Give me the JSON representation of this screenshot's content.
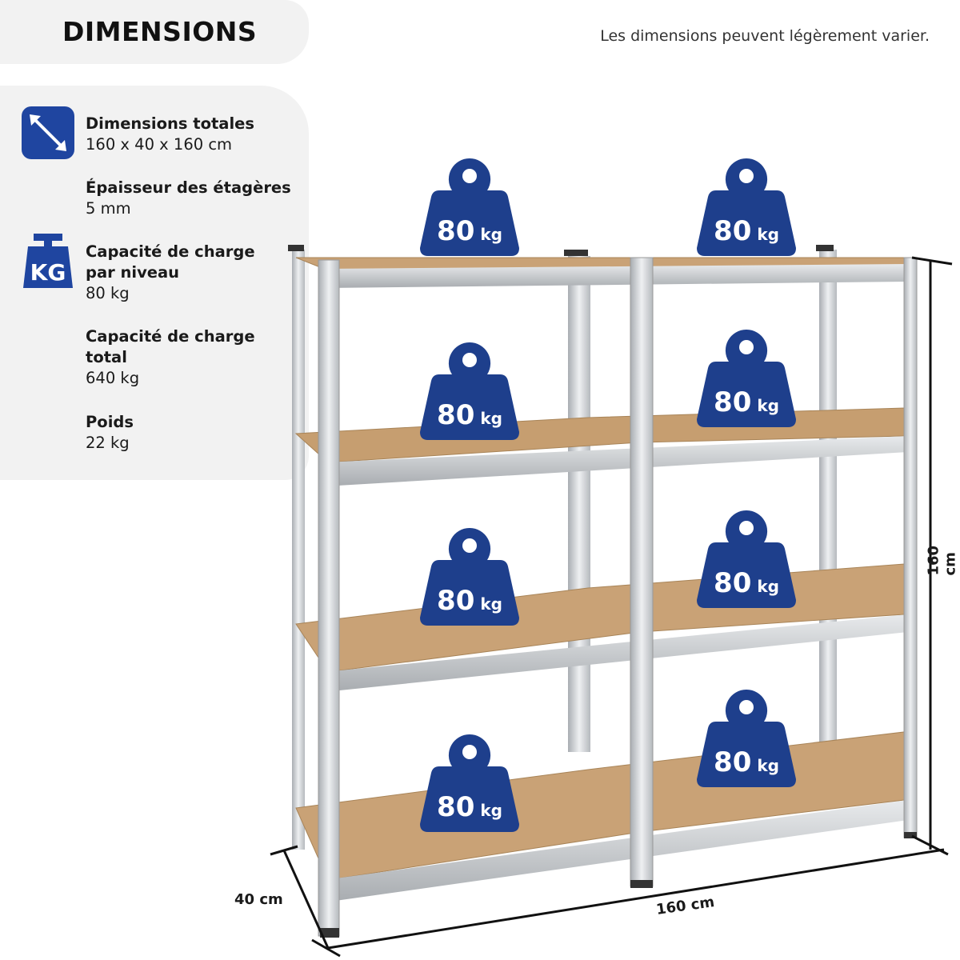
{
  "header": {
    "title": "DIMENSIONS",
    "note": "Les dimensions peuvent légèrement varier."
  },
  "specs": [
    {
      "label": "Dimensions totales",
      "value": "160 x 40 x 160 cm",
      "icon": "diagonal-arrows-icon"
    },
    {
      "label": "Épaisseur des étagères",
      "value": "5 mm"
    },
    {
      "label": "Capacité de charge par niveau",
      "value": "80 kg",
      "icon": "kg-weight-icon",
      "icon_text": "KG"
    },
    {
      "label": "Capacité de charge total",
      "value": "640 kg"
    },
    {
      "label": "Poids",
      "value": "22 kg"
    }
  ],
  "colors": {
    "accent": "#1f45a0",
    "weight_badge": "#1e3f8c",
    "panel": "#f2f2f2",
    "board": "#c9a276",
    "steel": "#c8ccd0"
  },
  "weights": [
    {
      "value": "80",
      "unit": "kg"
    },
    {
      "value": "80",
      "unit": "kg"
    },
    {
      "value": "80",
      "unit": "kg"
    },
    {
      "value": "80",
      "unit": "kg"
    },
    {
      "value": "80",
      "unit": "kg"
    },
    {
      "value": "80",
      "unit": "kg"
    },
    {
      "value": "80",
      "unit": "kg"
    },
    {
      "value": "80",
      "unit": "kg"
    }
  ],
  "dimensions": {
    "depth": "40 cm",
    "width": "160 cm",
    "height": "160 cm"
  }
}
